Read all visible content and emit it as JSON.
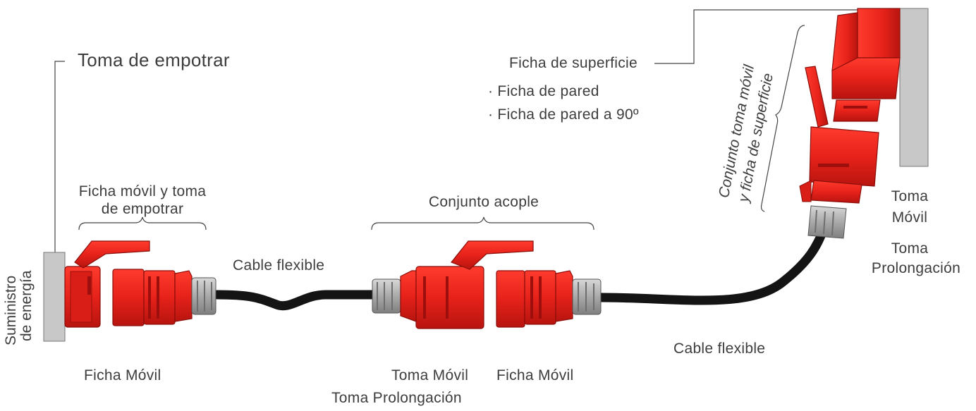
{
  "labels": {
    "toma_empotrar": "Toma de empotrar",
    "ficha_superficie": "Ficha de superficie",
    "ficha_pared": "· Ficha de pared",
    "ficha_pared_90": "· Ficha de pared a 90º",
    "conjunto_superficie_line1": "Conjunto toma móvil",
    "conjunto_superficie_line2": "y ficha de superficie",
    "ficha_movil_toma_empotrar_line1": "Ficha móvil y toma",
    "ficha_movil_toma_empotrar_line2": "de empotrar",
    "conjunto_acople": "Conjunto acople",
    "cable_flexible_1": "Cable flexible",
    "cable_flexible_2": "Cable flexible",
    "suministro_line1": "Suministro",
    "suministro_line2": "de energía",
    "toma_movil_right_line1": "Toma",
    "toma_movil_right_line2": "Móvil",
    "toma_prolong_right_line1": "Toma",
    "toma_prolong_right_line2": "Prolongación",
    "ficha_movil_left": "Ficha Móvil",
    "toma_movil_center": "Toma Móvil",
    "ficha_movil_center": "Ficha Móvil",
    "toma_prolongacion_center": "Toma Prolongación"
  },
  "colors": {
    "connector_red": "#e8261e",
    "connector_dark_red": "#9c0f0c",
    "wall_gray": "#c8c8c8",
    "gland_gray": "#b5b5b5",
    "cable_black": "#141414",
    "line": "#444444"
  }
}
